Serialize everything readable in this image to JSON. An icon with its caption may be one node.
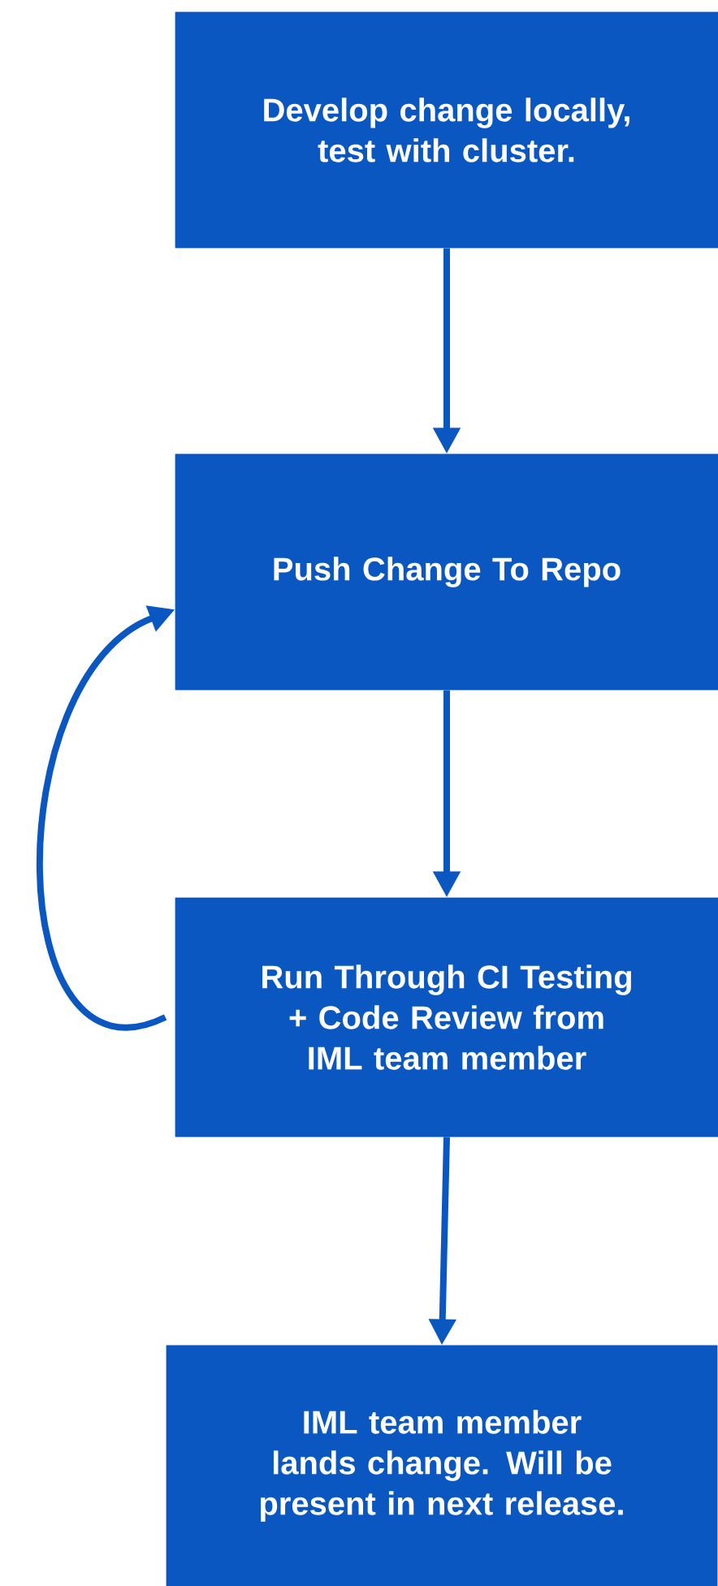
{
  "diagram": {
    "nodes": [
      {
        "text": [
          "Develop change locally, test with cluster."
        ]
      },
      {
        "text": [
          "Push Change To Repo"
        ]
      },
      {
        "text": [
          "Run Through CI Testing + Code Review from IML team member"
        ]
      },
      {
        "text": [
          "IML team member lands change. Will be present in next release."
        ]
      }
    ],
    "edges": [
      {
        "from": 0,
        "to": 1,
        "arrow": "to"
      },
      {
        "from": 1,
        "to": 2,
        "arrow": "to"
      },
      {
        "from": 2,
        "to": 3,
        "arrow": "to"
      },
      {
        "from": 2,
        "to": 1,
        "arrow": "to"
      }
    ]
  }
}
